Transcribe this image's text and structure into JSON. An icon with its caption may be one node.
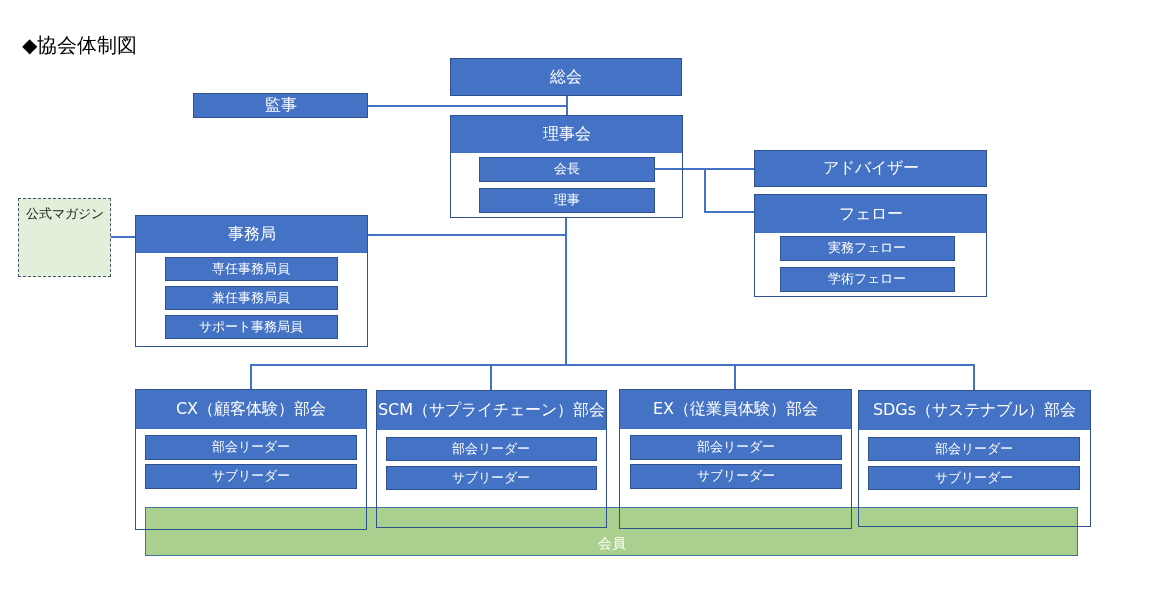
{
  "diagram": {
    "title": "◆協会体制図",
    "nodes": [
      {
        "text": [
          "総会"
        ]
      },
      {
        "text": [
          "監事"
        ]
      },
      {
        "text": [
          "理事会"
        ]
      },
      {
        "text": [
          "会長"
        ],
        "in": 2
      },
      {
        "text": [
          "理事"
        ],
        "in": 2
      },
      {
        "text": [
          "アドバイザー"
        ]
      },
      {
        "text": [
          "フェロー"
        ]
      },
      {
        "text": [
          "実務フェロー"
        ],
        "in": 6
      },
      {
        "text": [
          "学術フェロー"
        ],
        "in": 6
      },
      {
        "text": [
          "公式マガジン"
        ]
      },
      {
        "text": [
          "事務局"
        ]
      },
      {
        "text": [
          "専任事務局員"
        ],
        "in": 10
      },
      {
        "text": [
          "兼任事務局員"
        ],
        "in": 10
      },
      {
        "text": [
          "サポート事務局員"
        ],
        "in": 10
      },
      {
        "text": [
          "CX（顧客体験）部会"
        ]
      },
      {
        "text": [
          "部会リーダー"
        ],
        "in": 14
      },
      {
        "text": [
          "サブリーダー"
        ],
        "in": 14
      },
      {
        "text": [
          "SCM（サプライチェーン）部会"
        ]
      },
      {
        "text": [
          "部会リーダー"
        ],
        "in": 17
      },
      {
        "text": [
          "サブリーダー"
        ],
        "in": 17
      },
      {
        "text": [
          "EX（従業員体験）部会"
        ]
      },
      {
        "text": [
          "部会リーダー"
        ],
        "in": 20
      },
      {
        "text": [
          "サブリーダー"
        ],
        "in": 20
      },
      {
        "text": [
          "SDGs（サステナブル）部会"
        ]
      },
      {
        "text": [
          "部会リーダー"
        ],
        "in": 23
      },
      {
        "text": [
          "サブリーダー"
        ],
        "in": 23
      },
      {
        "text": [
          "会員"
        ]
      }
    ],
    "edges": [
      {
        "from": 1,
        "to": 0,
        "arrow": "none"
      },
      {
        "from": 0,
        "to": 2,
        "arrow": "none"
      },
      {
        "from": 3,
        "to": 5,
        "arrow": "none"
      },
      {
        "from": 3,
        "to": 6,
        "arrow": "none"
      },
      {
        "from": 9,
        "to": 10,
        "arrow": "none"
      },
      {
        "from": 2,
        "to": 10,
        "arrow": "none"
      },
      {
        "from": 2,
        "to": 14,
        "arrow": "none"
      },
      {
        "from": 2,
        "to": 17,
        "arrow": "none"
      },
      {
        "from": 2,
        "to": 20,
        "arrow": "none"
      },
      {
        "from": 2,
        "to": 23,
        "arrow": "none"
      }
    ]
  }
}
